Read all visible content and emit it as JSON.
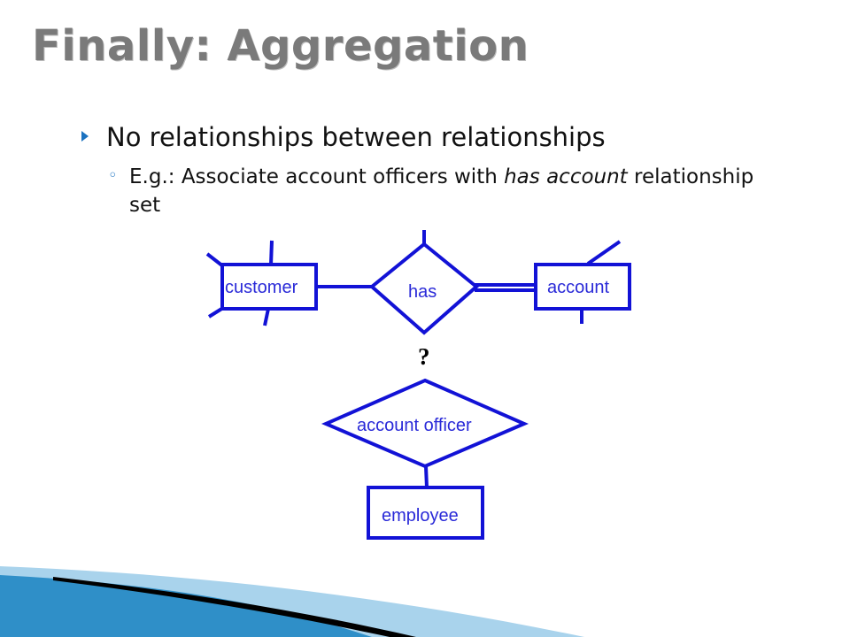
{
  "slide": {
    "title": "Finally: Aggregation",
    "bullet_main": "No relationships between relationships",
    "sub_bullet": {
      "prefix": "E.g.:  Associate account officers with ",
      "emphasis": "has account",
      "suffix": " relationship set"
    }
  },
  "diagram": {
    "entities": {
      "customer": "customer",
      "account": "account",
      "employee": "employee"
    },
    "relationships": {
      "has": "has",
      "account_officer": "account officer"
    },
    "question_mark": "?",
    "colors": {
      "stroke": "#1212d6",
      "label": "#2a2ad8"
    }
  },
  "decoration": {
    "colors": {
      "wave_light": "#a9d3ec",
      "wave_dark": "#2f8fc8",
      "stripe_black": "#000000"
    }
  }
}
